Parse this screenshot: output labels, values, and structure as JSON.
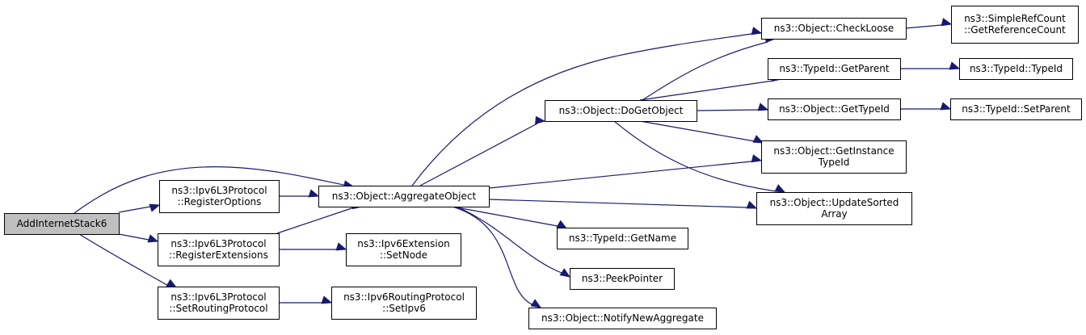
{
  "graph": {
    "type": "call-graph",
    "edge_color": "#191970",
    "root_fill": "#bfbfbf",
    "nodes": [
      {
        "id": "root",
        "lines": [
          "AddInternetStack6"
        ],
        "root": true
      },
      {
        "id": "regopt",
        "lines": [
          "ns3::Ipv6L3Protocol",
          "::RegisterOptions"
        ]
      },
      {
        "id": "regext",
        "lines": [
          "ns3::Ipv6L3Protocol",
          "::RegisterExtensions"
        ]
      },
      {
        "id": "setrout",
        "lines": [
          "ns3::Ipv6L3Protocol",
          "::SetRoutingProtocol"
        ]
      },
      {
        "id": "aggr",
        "lines": [
          "ns3::Object::AggregateObject"
        ]
      },
      {
        "id": "dogetobj",
        "lines": [
          "ns3::Object::DoGetObject"
        ]
      },
      {
        "id": "checkloose",
        "lines": [
          "ns3::Object::CheckLoose"
        ]
      },
      {
        "id": "getrefcount",
        "lines": [
          "ns3::SimpleRefCount",
          "::GetReferenceCount"
        ]
      },
      {
        "id": "getparent",
        "lines": [
          "ns3::TypeId::GetParent"
        ]
      },
      {
        "id": "typeid",
        "lines": [
          "ns3::TypeId::TypeId"
        ]
      },
      {
        "id": "gettypeid",
        "lines": [
          "ns3::Object::GetTypeId"
        ]
      },
      {
        "id": "setparent",
        "lines": [
          "ns3::TypeId::SetParent"
        ]
      },
      {
        "id": "getinst",
        "lines": [
          "ns3::Object::GetInstance",
          "TypeId"
        ]
      },
      {
        "id": "updsorted",
        "lines": [
          "ns3::Object::UpdateSorted",
          "Array"
        ]
      },
      {
        "id": "setnode",
        "lines": [
          "ns3::Ipv6Extension",
          "::SetNode"
        ]
      },
      {
        "id": "getname",
        "lines": [
          "ns3::TypeId::GetName"
        ]
      },
      {
        "id": "peek",
        "lines": [
          "ns3::PeekPointer"
        ]
      },
      {
        "id": "setipv6",
        "lines": [
          "ns3::Ipv6RoutingProtocol",
          "::SetIpv6"
        ]
      },
      {
        "id": "notify",
        "lines": [
          "ns3::Object::NotifyNewAggregate"
        ]
      }
    ],
    "edges": [
      {
        "from": "root",
        "to": "aggr"
      },
      {
        "from": "root",
        "to": "regopt"
      },
      {
        "from": "root",
        "to": "regext"
      },
      {
        "from": "root",
        "to": "setrout"
      },
      {
        "from": "regopt",
        "to": "aggr"
      },
      {
        "from": "regext",
        "to": "aggr"
      },
      {
        "from": "regext",
        "to": "setnode"
      },
      {
        "from": "setrout",
        "to": "setipv6"
      },
      {
        "from": "aggr",
        "to": "checkloose"
      },
      {
        "from": "aggr",
        "to": "dogetobj"
      },
      {
        "from": "aggr",
        "to": "getinst"
      },
      {
        "from": "aggr",
        "to": "updsorted"
      },
      {
        "from": "aggr",
        "to": "getname"
      },
      {
        "from": "aggr",
        "to": "peek"
      },
      {
        "from": "aggr",
        "to": "notify"
      },
      {
        "from": "dogetobj",
        "to": "checkloose"
      },
      {
        "from": "dogetobj",
        "to": "getparent"
      },
      {
        "from": "dogetobj",
        "to": "gettypeid"
      },
      {
        "from": "dogetobj",
        "to": "getinst"
      },
      {
        "from": "dogetobj",
        "to": "updsorted"
      },
      {
        "from": "checkloose",
        "to": "getrefcount"
      },
      {
        "from": "getparent",
        "to": "typeid"
      },
      {
        "from": "gettypeid",
        "to": "setparent"
      }
    ]
  }
}
